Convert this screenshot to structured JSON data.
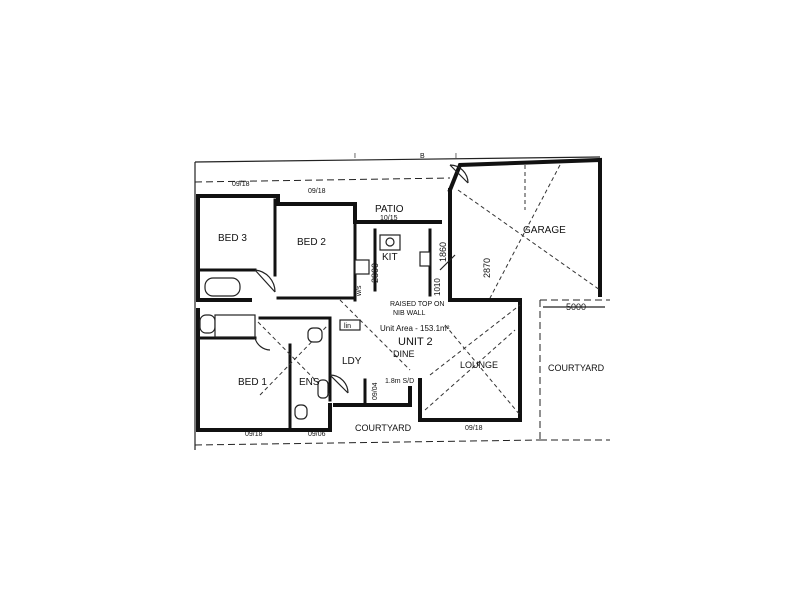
{
  "rooms": {
    "bed3": "BED 3",
    "bed2": "BED 2",
    "bed1": "BED 1",
    "patio": "PATIO",
    "garage": "GARAGE",
    "kit": "KIT",
    "ens": "ENS",
    "ldy": "LDY",
    "unit": "UNIT 2",
    "dine": "DINE",
    "lounge": "LOUNGE",
    "courtyard_right": "COURTYARD",
    "courtyard_bottom": "COURTYARD"
  },
  "annotations": {
    "unit_area": "Unit Area - 153.1m²",
    "raised_top_1": "RAISED TOP ON",
    "raised_top_2": "NIB WALL",
    "sd": "1.8m S/D",
    "dim_5000": "5000",
    "dim_2800": "2800",
    "dim_1860": "1860",
    "dim_2870": "2870",
    "dim_1010": "1010",
    "lin": "lin",
    "ws": "w/s",
    "tag_0918_a": "09/18",
    "tag_0918_b": "09/18",
    "tag_1015": "10/15",
    "tag_0918_c": "09/18",
    "tag_0906": "09/06",
    "tag_0918_d": "09/18",
    "tag_0904": "09/04",
    "boundary_i1": "I",
    "boundary_b": "B",
    "boundary_i2": "I"
  },
  "colors": {
    "ink": "#111111",
    "background": "#ffffff"
  }
}
